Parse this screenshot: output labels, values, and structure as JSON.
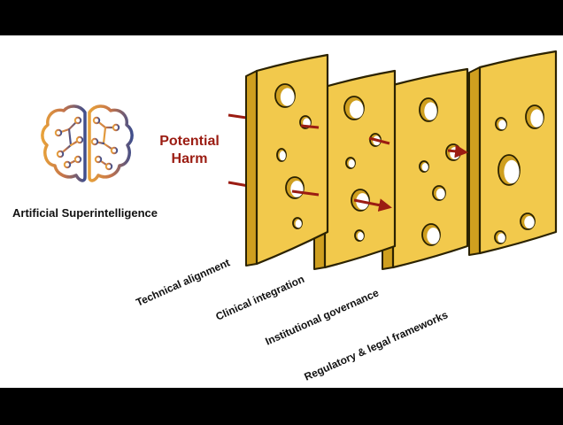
{
  "ai_label": "Artificial Superintelligence",
  "harm": {
    "line1": "Potential",
    "line2": "Harm"
  },
  "layers": [
    {
      "label": "Technical alignment"
    },
    {
      "label": "Clinical integration"
    },
    {
      "label": "Institutional governance"
    },
    {
      "label": "Regulatory & legal frameworks"
    }
  ],
  "colors": {
    "cheese": "#f2c94c",
    "cheese_side": "#cf9f1f",
    "outline": "#2b2200",
    "harm": "#9b1c12",
    "brain_left": "#e8a23a",
    "brain_right": "#3f4e8c"
  },
  "icons": [
    "brain-icon",
    "harm-arrow-icon",
    "swiss-cheese-slice-icon"
  ]
}
